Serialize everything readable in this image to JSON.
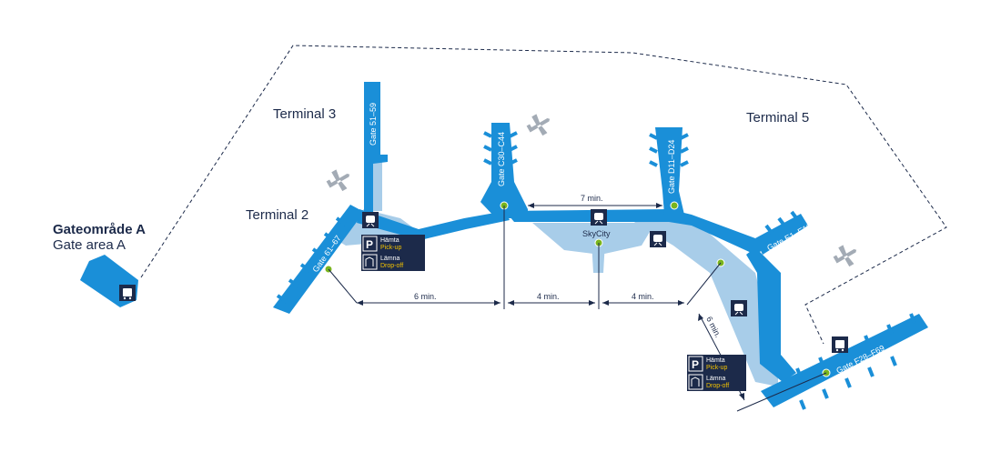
{
  "area_a": {
    "title_sv": "Gateområde A",
    "title_en": "Gate area A"
  },
  "terminals": {
    "t2": "Terminal 2",
    "t3": "Terminal 3",
    "t5": "Terminal 5"
  },
  "gates": {
    "g61": "Gate 61–67",
    "g51": "Gate 51–59",
    "gc": "Gate C30–C44",
    "gd": "Gate D11–D24",
    "ge": "Gate E1–E10",
    "gf": "Gate F28–F69"
  },
  "skycity": "SkyCity",
  "distances": {
    "d_61_c": "6 min.",
    "d_c_sky": "4 min.",
    "d_sky_t5": "4 min.",
    "d_c_d": "7 min.",
    "d_t5_f": "6 min."
  },
  "pickup_dropoff": {
    "pickup_sv": "Hämta",
    "pickup_en": "Pick-up",
    "dropoff_sv": "Lämna",
    "dropoff_en": "Drop-off"
  },
  "colors": {
    "pier": "#1a8fd8",
    "terminal_area": "#a8cde9",
    "text": "#1c2a4a",
    "dot": "#7ab51d",
    "icon_box": "#1c2a4a",
    "label_yellow": "#f3c200",
    "plane": "#a3abb5"
  },
  "icons": [
    "train-icon",
    "parking-icon",
    "dropoff-icon",
    "plane-icon",
    "bus-icon"
  ]
}
